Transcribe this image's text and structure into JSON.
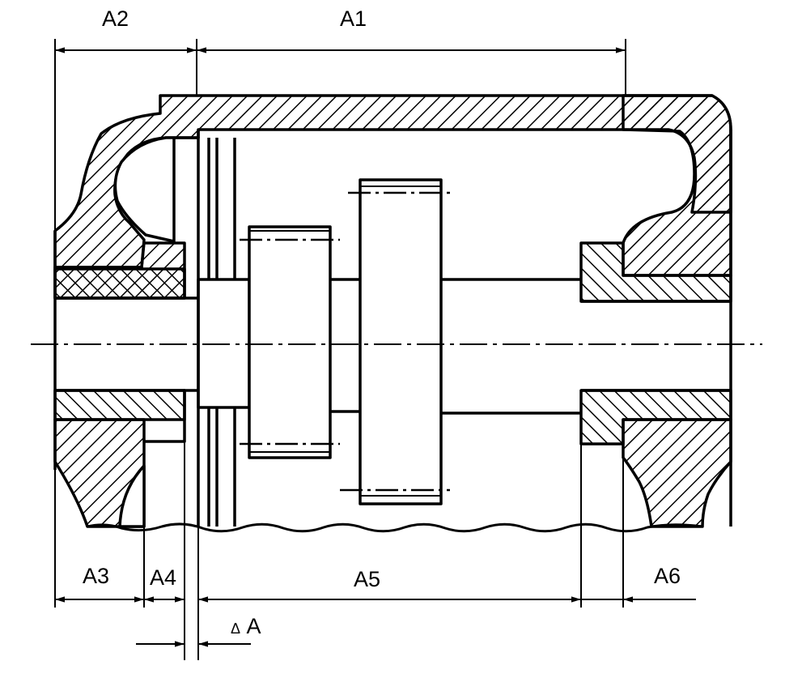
{
  "dimensions": {
    "a1": "A1",
    "a2": "A2",
    "a3": "A3",
    "a4": "A4",
    "a5": "A5",
    "a6": "A6",
    "delta_symbol": "Δ",
    "delta_letter": "A"
  },
  "colors": {
    "ink": "#000000",
    "paper": "#ffffff"
  }
}
